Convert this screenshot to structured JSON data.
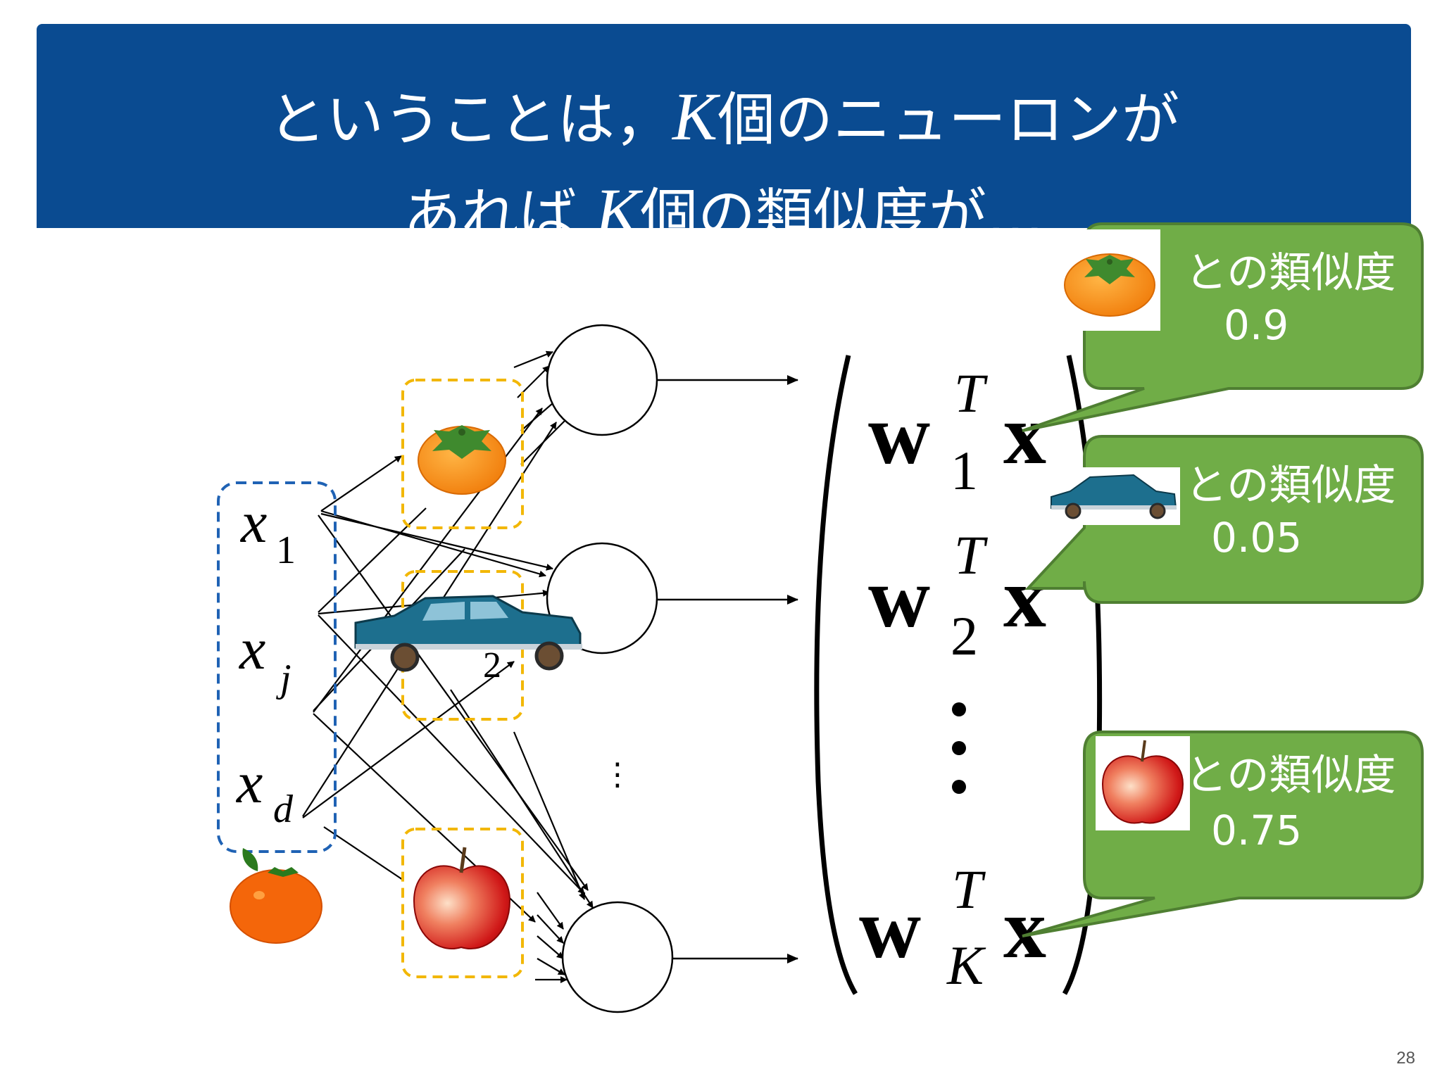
{
  "header": {
    "line1_prefix": "ということは，",
    "line1_var": "K",
    "line1_suffix": "個のニューロンが",
    "line2_prefix": "あれば",
    "line2_var": "K",
    "line2_suffix": "個の類似度が…"
  },
  "inputs": {
    "x1": {
      "base": "x",
      "sub": "1"
    },
    "xj": {
      "base": "x",
      "sub": "j"
    },
    "xd": {
      "base": "x",
      "sub": "d"
    }
  },
  "hidden_label_fragment": "2",
  "hidden_ellipsis": "⋮",
  "vector": {
    "row1": {
      "w": "w",
      "sub": "1",
      "sup": "T",
      "x": "x"
    },
    "row2": {
      "w": "w",
      "sub": "2",
      "sup": "T",
      "x": "x"
    },
    "rowK": {
      "w": "w",
      "sub": "K",
      "sup": "T",
      "x": "x"
    }
  },
  "callouts": [
    {
      "label": "との類似度",
      "value": "0.9",
      "icon": "persimmon-icon"
    },
    {
      "label": "との類似度",
      "value": "0.05",
      "icon": "car-icon"
    },
    {
      "label": "との類似度",
      "value": "0.75",
      "icon": "apple-icon"
    }
  ],
  "slide_number": "28",
  "colors": {
    "header_bg": "#0a4b91",
    "callout_fill": "#70ad47",
    "callout_stroke": "#4f7f32",
    "input_box": "#1f62b4",
    "template_box": "#f2b705"
  }
}
